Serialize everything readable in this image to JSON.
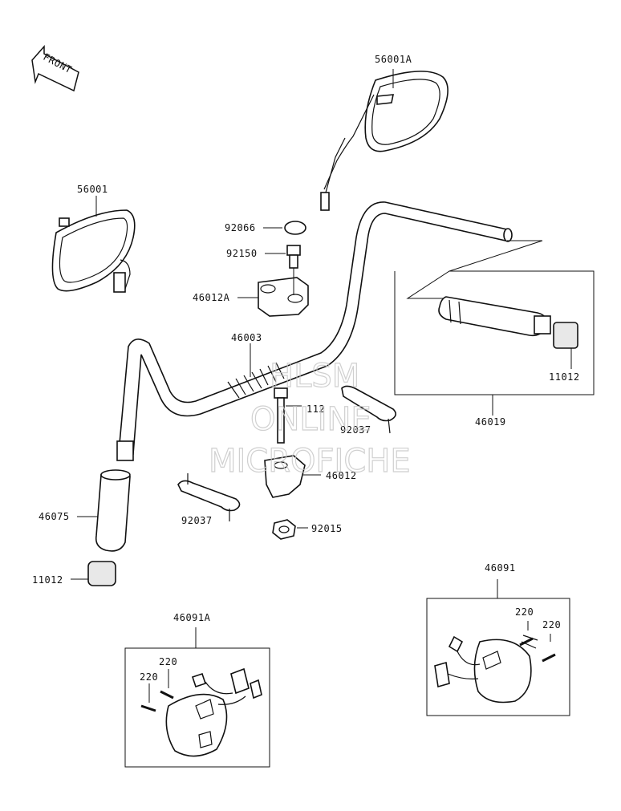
{
  "front_arrow": {
    "label": "FRONT"
  },
  "watermark": {
    "line1": "HLSM",
    "line2": "ONLINE",
    "line3": "MICROFICHE"
  },
  "callouts": {
    "mirror_right": "56001A",
    "mirror_left": "56001",
    "cap": "92066",
    "bolt_top": "92150",
    "holder_upper": "46012A",
    "handlebar": "46003",
    "bolt_112": "112",
    "plate_right": "92037",
    "grip_set": "46019",
    "end_weight_right": "11012",
    "holder_lower": "46012",
    "grip_left": "46075",
    "plate_left": "92037",
    "nut": "92015",
    "end_weight_left": "11012",
    "switch_right": "46091",
    "switch_left": "46091A",
    "screw_left_a": "220",
    "screw_left_b": "220",
    "screw_right_a": "220",
    "screw_right_b": "220"
  }
}
